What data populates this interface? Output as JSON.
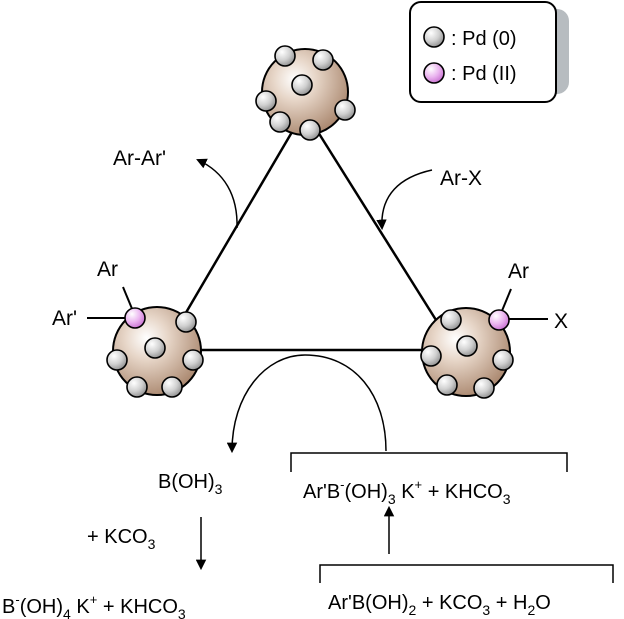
{
  "legend": {
    "pd0_label": ": Pd (0)",
    "pd2_label": ": Pd (II)",
    "pd0_color": "#b5b5b5",
    "pd2_color": "#d98ee0"
  },
  "particle_color": "#a8856c",
  "cycle": {
    "product": "Ar-Ar'",
    "reactant": "Ar-X",
    "left_particle": {
      "upper_label": "Ar",
      "side_label": "Ar'"
    },
    "right_particle": {
      "upper_label": "Ar",
      "side_label": "X"
    }
  },
  "bottom": {
    "boric_acid": {
      "main": "B(OH)",
      "sub": "3"
    },
    "kco3": {
      "main": "+ KCO",
      "sub": "3"
    },
    "borate": {
      "a": "B",
      "sup1": "-",
      "b": "(OH)",
      "sub1": "4",
      "c": " K",
      "sup2": "+",
      "d": " + KHCO",
      "sub2": "3"
    },
    "trifluoro": {
      "a": "Ar'B",
      "sup1": "-",
      "b": "(OH)",
      "sub1": "3",
      "c": " K",
      "sup2": "+",
      "d": " + KHCO",
      "sub2": "3"
    },
    "reagents": {
      "a": "Ar'B(OH)",
      "sub1": "2",
      "b": " + KCO",
      "sub2": "3",
      "c": " + H",
      "sub3": "2",
      "d": "O"
    }
  }
}
